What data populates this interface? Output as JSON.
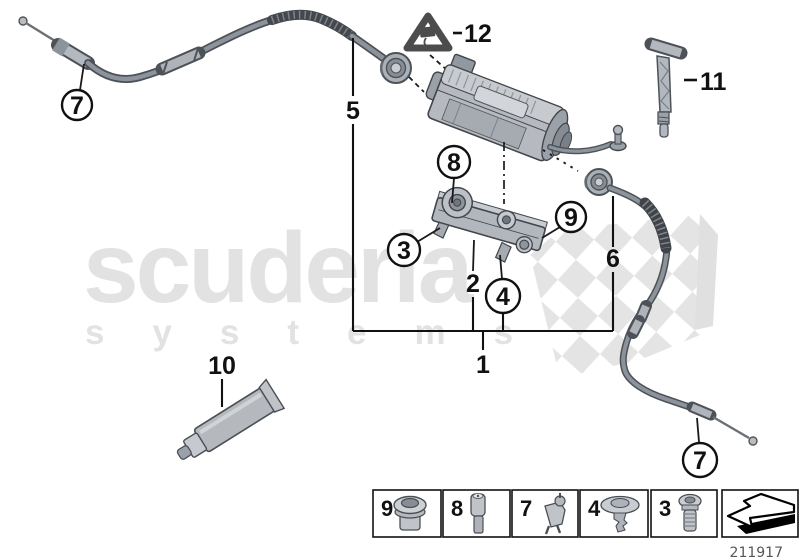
{
  "watermark": {
    "brand": "scuderia",
    "brand_sub": "systems"
  },
  "callouts": {
    "front_cable": "7",
    "warning_label": "12",
    "actuator_unit": "5",
    "bracket_part": "2",
    "bushing": "8",
    "screw_left": "3",
    "grommet": "9",
    "rivet": "4",
    "rear_cable": "6",
    "assembly_group": "1",
    "grease_tube": "10",
    "support_bracket": "11",
    "rear_cable_end": "7"
  },
  "legend": {
    "items": [
      {
        "label": "9",
        "icon": "grommet-icon"
      },
      {
        "label": "8",
        "icon": "sleeve-pin-icon"
      },
      {
        "label": "7",
        "icon": "cable-clip-icon"
      },
      {
        "label": "4",
        "icon": "expanding-rivet-icon"
      },
      {
        "label": "3",
        "icon": "torx-screw-icon"
      },
      {
        "label": "",
        "icon": "direction-arrow-icon"
      }
    ]
  },
  "footer": {
    "drawing_number": "211917"
  },
  "colors": {
    "watermark_text": "#e2e2e2",
    "flag_checker": "#e4e4e4",
    "linework": "#111111",
    "metal_light": "#c7cbd0",
    "metal_mid": "#9ba1a8",
    "metal_dark": "#4d5258"
  }
}
